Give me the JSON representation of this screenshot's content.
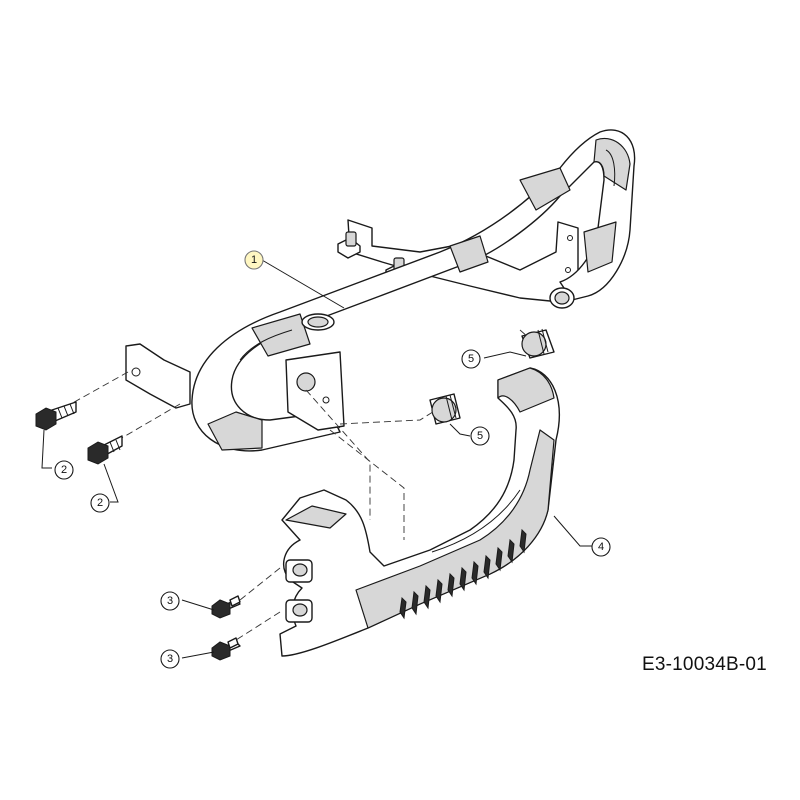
{
  "diagram": {
    "reference_code": "E3-10034B-01",
    "callouts": [
      "1",
      "2",
      "2",
      "3",
      "3",
      "4",
      "5",
      "5"
    ],
    "highlight_color": "#fff7c2"
  }
}
